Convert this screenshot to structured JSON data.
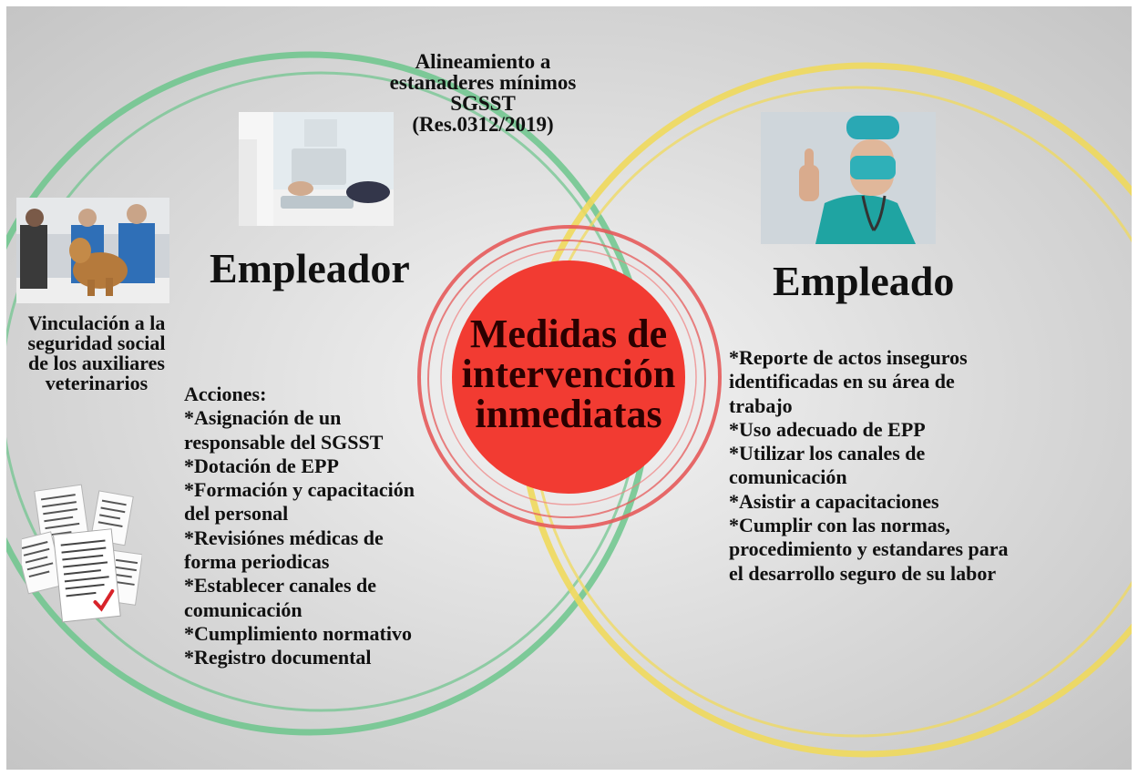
{
  "diagram": {
    "center": {
      "lines": [
        "Medidas de",
        "intervención",
        "inmediatas"
      ],
      "fill_color": "#f23b32",
      "ring_color": "#e55a5a"
    },
    "top_note": {
      "lines": [
        "Alineamiento a",
        "estanaderes mínimos",
        "SGSST",
        "(Res.0312/2019)"
      ]
    },
    "left": {
      "title": "Empleador",
      "ring_color": "#6cc58c",
      "side_note": {
        "lines": [
          "Vinculación a la",
          "seguridad social",
          "de los auxiliares",
          "veterinarios"
        ]
      },
      "actions": {
        "lines": [
          "Acciones:",
          "*Asignación de un",
          "responsable del SGSST",
          "*Dotación de EPP",
          "*Formación y capacitación",
          "del personal",
          "*Revisiónes médicas de",
          "forma periodicas",
          "*Establecer canales de",
          "comunicación",
          "*Cumplimiento normativo",
          "*Registro documental"
        ]
      }
    },
    "right": {
      "title": "Empleado",
      "ring_color": "#f0d95c",
      "actions": {
        "lines": [
          "*Reporte de actos inseguros",
          "identificadas en su área de",
          "trabajo",
          "*Uso adecuado de EPP",
          "*Utilizar los canales de",
          "comunicación",
          "*Asistir a capacitaciones",
          "*Cumplir con las normas,",
          "procedimiento y estandares para",
          "el desarrollo seguro de su labor"
        ]
      }
    },
    "images": [
      "photo-veterinary-staff-with-dog",
      "photo-doctor-at-desk",
      "photo-surgeon-thumbs-up",
      "illustration-documents-checklist"
    ]
  }
}
